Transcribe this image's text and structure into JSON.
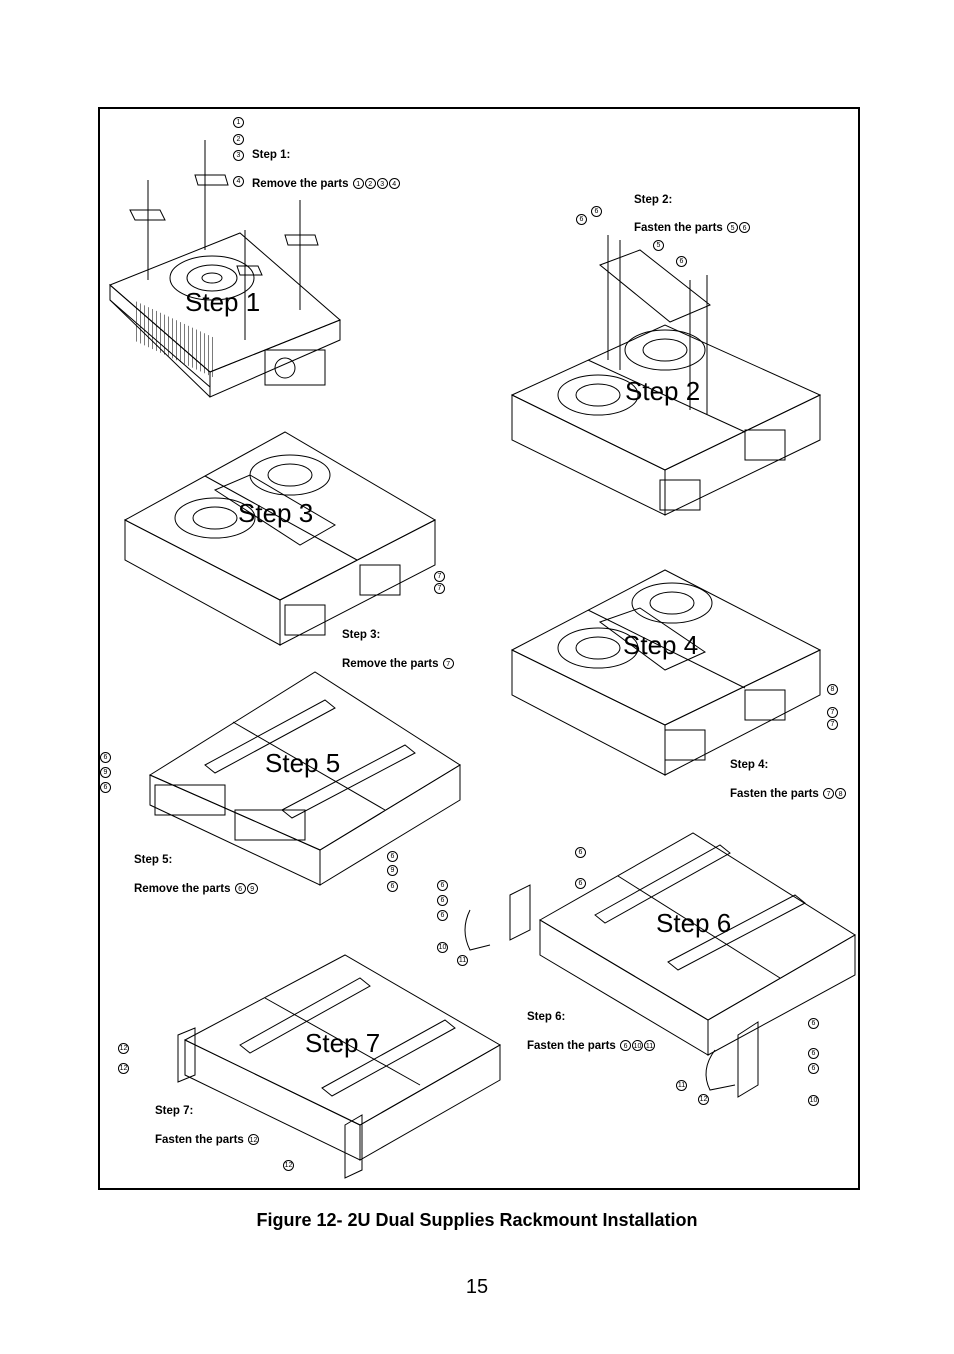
{
  "steps": [
    {
      "big": "Step 1",
      "head": "Step 1:",
      "desc": "Remove the parts",
      "parts": [
        "1",
        "2",
        "3",
        "4"
      ]
    },
    {
      "big": "Step 2",
      "head": "Step 2:",
      "desc": "Fasten the parts",
      "parts": [
        "5",
        "6"
      ]
    },
    {
      "big": "Step 3",
      "head": "Step 3:",
      "desc": "Remove the parts",
      "parts": [
        "7"
      ]
    },
    {
      "big": "Step 4",
      "head": "Step 4:",
      "desc": "Fasten the parts",
      "parts": [
        "7",
        "8"
      ]
    },
    {
      "big": "Step 5",
      "head": "Step 5:",
      "desc": "Remove the parts",
      "parts": [
        "6",
        "9"
      ]
    },
    {
      "big": "Step 6",
      "head": "Step 6:",
      "desc": "Fasten the parts",
      "parts": [
        "6",
        "10",
        "11"
      ]
    },
    {
      "big": "Step 7",
      "head": "Step 7:",
      "desc": "Fasten the parts",
      "parts": [
        "12"
      ]
    }
  ],
  "callouts": [
    "1",
    "2",
    "3",
    "4",
    "5",
    "6",
    "6",
    "6",
    "7",
    "7",
    "7",
    "7",
    "8",
    "6",
    "9",
    "6",
    "9",
    "6",
    "6",
    "6",
    "6",
    "6",
    "10",
    "11",
    "6",
    "6",
    "6",
    "6",
    "6",
    "10",
    "11",
    "12",
    "12",
    "12",
    "12"
  ],
  "caption": "Figure 12- 2U Dual Supplies Rackmount Installation",
  "page_number": "15"
}
